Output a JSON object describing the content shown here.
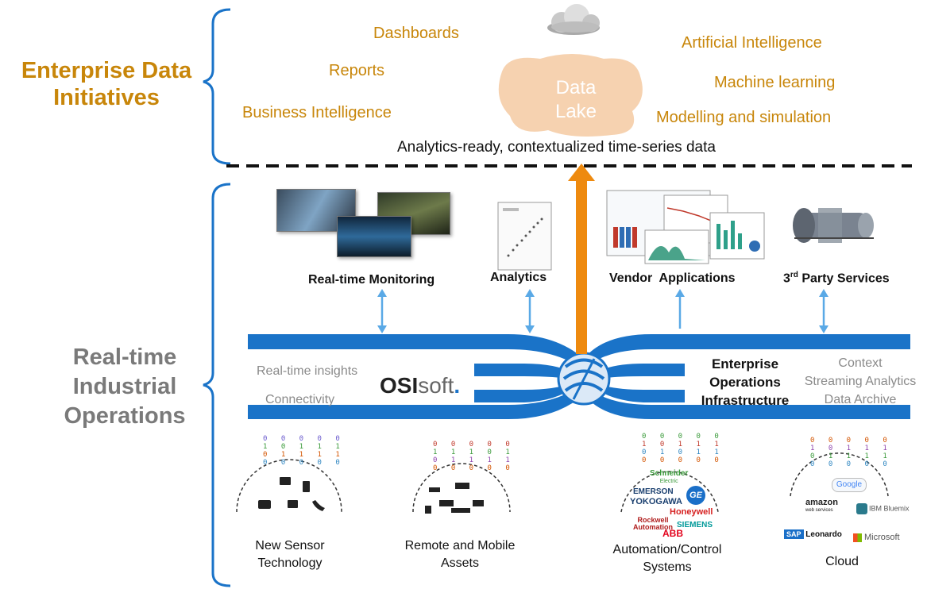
{
  "sections": {
    "enterprise": "Enterprise Data Initiatives",
    "enterprise_line1": "Enterprise Data",
    "enterprise_line2": "Initiatives",
    "realtime_line1": "Real-time",
    "realtime_line2": "Industrial",
    "realtime_line3": "Operations"
  },
  "top_items": {
    "dashboards": "Dashboards",
    "reports": "Reports",
    "business_intelligence": "Business Intelligence",
    "artificial_intelligence": "Artificial Intelligence",
    "machine_learning": "Machine learning",
    "modelling": "Modelling and simulation",
    "data_lake_line1": "Data",
    "data_lake_line2": "Lake",
    "analytics_ready": "Analytics-ready, contextualized time-series data"
  },
  "apps": {
    "monitoring": "Real-time Monitoring",
    "analytics": "Analytics",
    "vendor": "Vendor  Applications",
    "third_party_sup": "rd",
    "third_party_pre": "3",
    "third_party_post": " Party Services"
  },
  "pipeline": {
    "insights": "Real-time insights",
    "connectivity": "Connectivity",
    "brand_bold": "OSI",
    "brand_light": "soft",
    "brand_dot": ".",
    "eoi_line1": "Enterprise",
    "eoi_line2": "Operations",
    "eoi_line3": "Infrastructure",
    "context": "Context",
    "streaming": "Streaming Analytics",
    "archive": "Data Archive"
  },
  "sources": {
    "sensor_line1": "New Sensor",
    "sensor_line2": "Technology",
    "remote_line1": "Remote and Mobile",
    "remote_line2": "Assets",
    "automation_line1": "Automation/Control",
    "automation_line2": "Systems",
    "cloud": "Cloud"
  },
  "vendor_logos": {
    "schneider": "Schneider",
    "schneider_sub": "Electric",
    "emerson": "EMERSON",
    "yokogawa": "YOKOGAWA",
    "ge": "GE",
    "honeywell": "Honeywell",
    "rockwell_line1": "Rockwell",
    "rockwell_line2": "Automation",
    "siemens": "SIEMENS",
    "abb": "ABB"
  },
  "cloud_logos": {
    "google": "Google",
    "amazon": "amazon",
    "amazon_sub": "web services",
    "bluemix": "IBM Bluemix",
    "sap": "SAP",
    "leonardo": "Leonardo",
    "microsoft": "Microsoft"
  },
  "binary": {
    "row1": "0 0 0 0 0",
    "row2": "1 0 1 1 1",
    "row3": "0 1 1 1 1",
    "row4": "0 0 0 0 0",
    "row5": "1 1 1 0 1",
    "row6": "0 1 0 1 1"
  },
  "colors": {
    "accent_orange": "#C8860A",
    "pipe_blue": "#1a73c8",
    "arrow_orange": "#EE8A0F",
    "light_arrow_blue": "#5aa9e6",
    "lake_fill": "#F6D2B0"
  }
}
